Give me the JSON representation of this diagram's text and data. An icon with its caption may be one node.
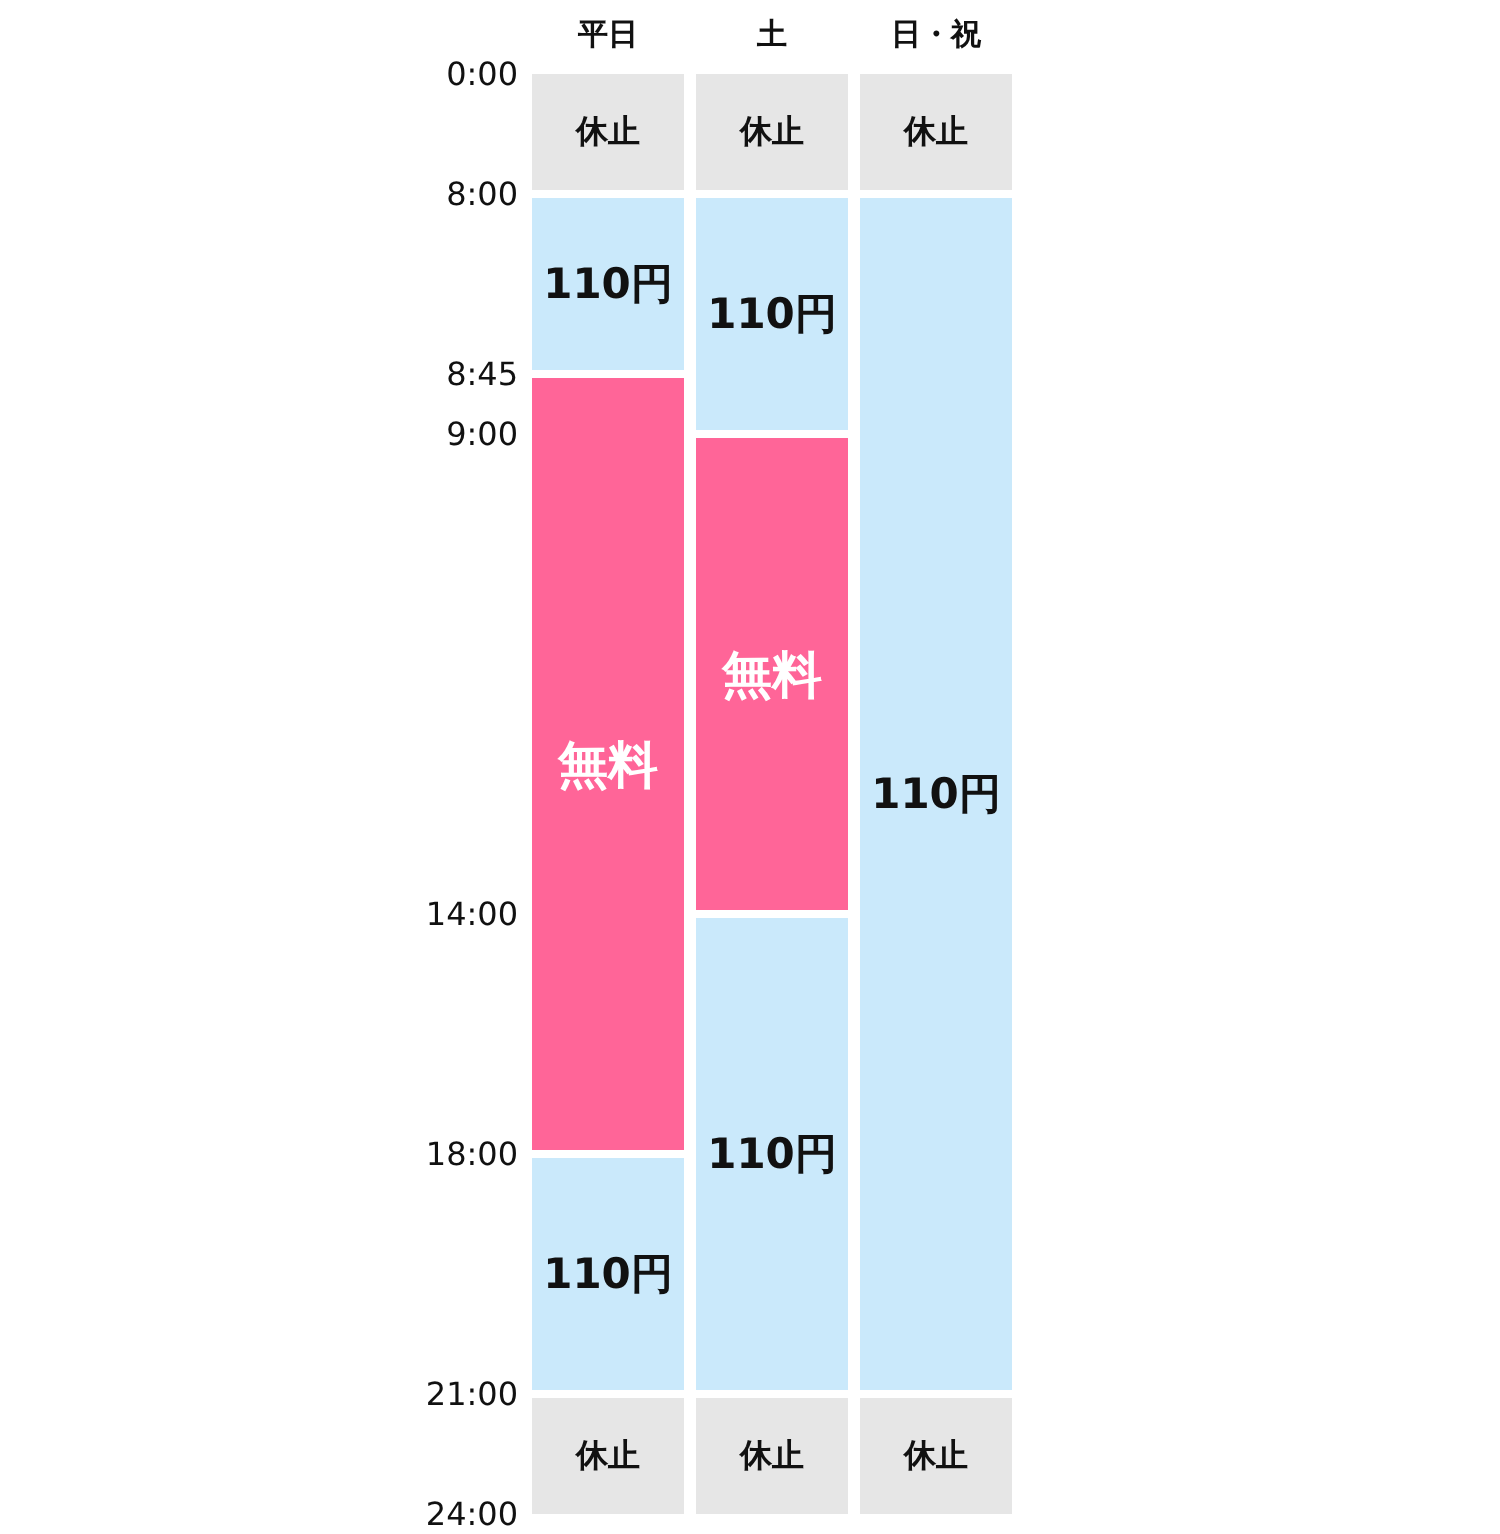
{
  "diagram": {
    "nodes": [
      {
        "text": [
          "休止"
        ]
      },
      {
        "text": [
          "休止"
        ]
      },
      {
        "text": [
          "休止"
        ]
      },
      {
        "text": [
          "110円"
        ]
      },
      {
        "text": [
          "110円"
        ]
      },
      {
        "text": [
          "110円"
        ]
      },
      {
        "text": [
          "無料"
        ]
      },
      {
        "text": [
          "無料"
        ]
      },
      {
        "text": [
          "110円"
        ]
      },
      {
        "text": [
          "110円"
        ]
      },
      {
        "text": [
          "休止"
        ]
      },
      {
        "text": [
          "休止"
        ]
      },
      {
        "text": [
          "休止"
        ]
      }
    ],
    "labels": [
      "平日",
      "土",
      "日・祝",
      "0:00",
      "8:00",
      "8:45",
      "9:00",
      "14:00",
      "18:00",
      "21:00",
      "24:00"
    ]
  }
}
